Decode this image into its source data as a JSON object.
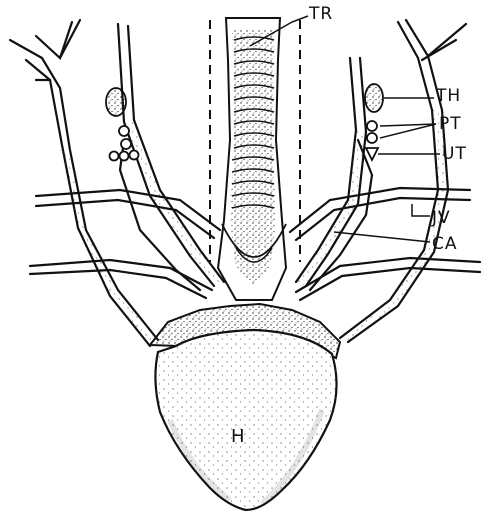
{
  "labels": {
    "trachea": "TR",
    "thyroid": "TH",
    "parathyroid": "PT",
    "ultimobranchial": "UT",
    "jugular_vein": "JV",
    "carotid_artery": "CA",
    "heart": "H"
  },
  "colors": {
    "ink": "#111111",
    "paper": "#ffffff"
  }
}
